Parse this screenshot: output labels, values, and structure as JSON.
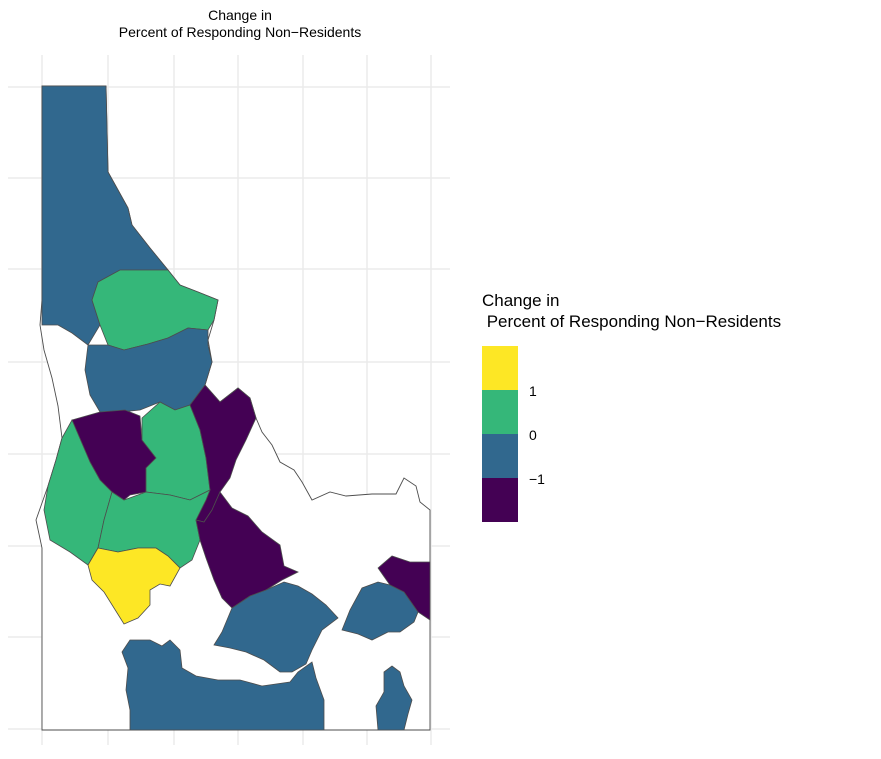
{
  "title": "Change in\nPercent of Responding Non−Residents",
  "legend": {
    "title": "Change in\n Percent of Responding Non−Residents",
    "breaks": [
      "1",
      "0",
      "−1"
    ]
  },
  "colors": {
    "high": "#fde725",
    "mid_high": "#35b779",
    "mid_low": "#31688e",
    "low": "#440154",
    "grid": "#ebebeb",
    "outline": "#4d4d4d"
  },
  "map_data": {
    "type": "choropleth",
    "region": "Idaho",
    "classes": [
      {
        "color_key": "high",
        "range": "1 to 2"
      },
      {
        "color_key": "mid_high",
        "range": "0 to 1"
      },
      {
        "color_key": "mid_low",
        "range": "-1 to 0"
      },
      {
        "color_key": "low",
        "range": "-2 to -1"
      }
    ]
  }
}
